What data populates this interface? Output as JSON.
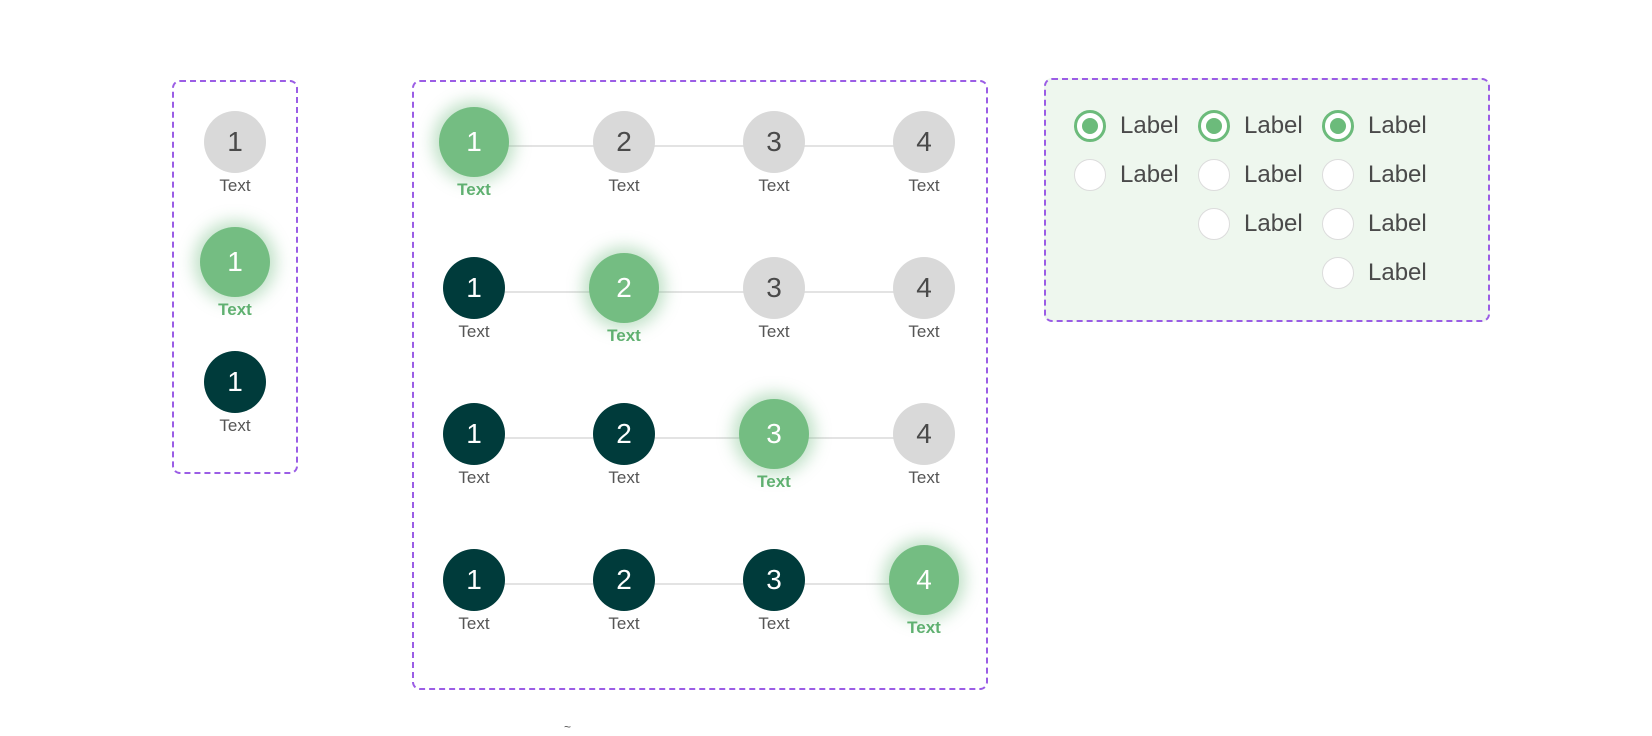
{
  "state_samples": [
    {
      "number": "1",
      "label": "Text",
      "state": "inactive"
    },
    {
      "number": "1",
      "label": "Text",
      "state": "active"
    },
    {
      "number": "1",
      "label": "Text",
      "state": "done"
    }
  ],
  "stepper_rows": [
    {
      "active_step": 1,
      "steps": [
        {
          "number": "1",
          "label": "Text",
          "state": "active"
        },
        {
          "number": "2",
          "label": "Text",
          "state": "inactive"
        },
        {
          "number": "3",
          "label": "Text",
          "state": "inactive"
        },
        {
          "number": "4",
          "label": "Text",
          "state": "inactive"
        }
      ]
    },
    {
      "active_step": 2,
      "steps": [
        {
          "number": "1",
          "label": "Text",
          "state": "done"
        },
        {
          "number": "2",
          "label": "Text",
          "state": "active"
        },
        {
          "number": "3",
          "label": "Text",
          "state": "inactive"
        },
        {
          "number": "4",
          "label": "Text",
          "state": "inactive"
        }
      ]
    },
    {
      "active_step": 3,
      "steps": [
        {
          "number": "1",
          "label": "Text",
          "state": "done"
        },
        {
          "number": "2",
          "label": "Text",
          "state": "done"
        },
        {
          "number": "3",
          "label": "Text",
          "state": "active"
        },
        {
          "number": "4",
          "label": "Text",
          "state": "inactive"
        }
      ]
    },
    {
      "active_step": 4,
      "steps": [
        {
          "number": "1",
          "label": "Text",
          "state": "done"
        },
        {
          "number": "2",
          "label": "Text",
          "state": "done"
        },
        {
          "number": "3",
          "label": "Text",
          "state": "done"
        },
        {
          "number": "4",
          "label": "Text",
          "state": "active"
        }
      ]
    }
  ],
  "radio_groups": [
    {
      "options": [
        {
          "label": "Label",
          "selected": true
        },
        {
          "label": "Label",
          "selected": false
        }
      ]
    },
    {
      "options": [
        {
          "label": "Label",
          "selected": true
        },
        {
          "label": "Label",
          "selected": false
        },
        {
          "label": "Label",
          "selected": false
        }
      ]
    },
    {
      "options": [
        {
          "label": "Label",
          "selected": true
        },
        {
          "label": "Label",
          "selected": false
        },
        {
          "label": "Label",
          "selected": false
        },
        {
          "label": "Label",
          "selected": false
        }
      ]
    }
  ],
  "stray_mark": "~",
  "colors": {
    "active": "#74bd82",
    "done": "#003b3b",
    "inactive": "#d9d9d9",
    "frame_border": "#9b5de5",
    "radio_panel_bg": "#eef7ee"
  }
}
